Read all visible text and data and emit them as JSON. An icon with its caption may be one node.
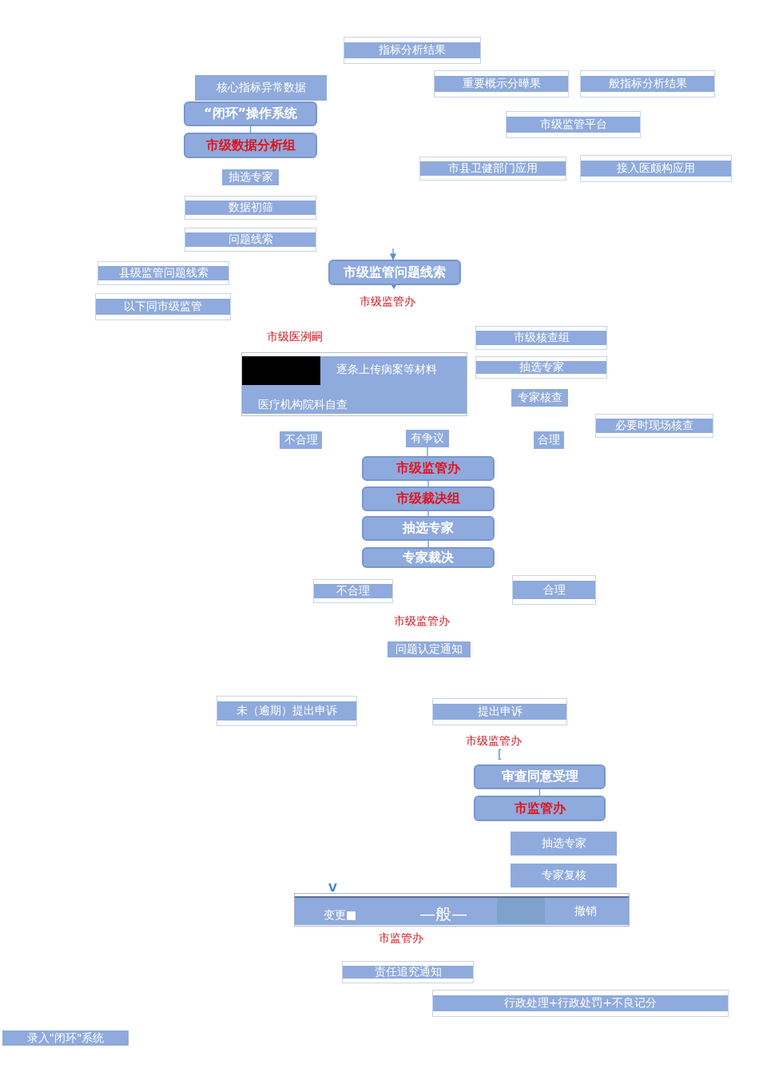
{
  "diagram": {
    "nodes": [
      {
        "text": [
          "指标分析结果"
        ]
      },
      {
        "text": [
          "核心指标异常数据"
        ]
      },
      {
        "text": [
          "重要概示分曄果"
        ]
      },
      {
        "text": [
          "般指标分析结果"
        ]
      },
      {
        "text": [
          "“闭环”操作系统"
        ]
      },
      {
        "text": [
          "市级监管平台"
        ]
      },
      {
        "text": [
          "市级数据分析组"
        ]
      },
      {
        "text": [
          "抽选专家"
        ]
      },
      {
        "text": [
          "市县卫健部门应用"
        ]
      },
      {
        "text": [
          "接入医颇构应用"
        ]
      },
      {
        "text": [
          "数据初筛"
        ]
      },
      {
        "text": [
          "问题线索"
        ]
      },
      {
        "text": [
          "县级监管问题线索"
        ]
      },
      {
        "text": [
          "市级监管问题线索"
        ]
      },
      {
        "text": [
          "以下同市级监管"
        ]
      },
      {
        "text": [
          "市级核查组"
        ]
      },
      {
        "text": [
          "逐条上传病案等材料",
          "医疗机构院科自查"
        ]
      },
      {
        "text": [
          "抽选专家"
        ]
      },
      {
        "text": [
          "专家核查"
        ]
      },
      {
        "text": [
          "必要时现场核查"
        ]
      },
      {
        "text": [
          "不合理"
        ]
      },
      {
        "text": [
          "有争议"
        ]
      },
      {
        "text": [
          "合理"
        ]
      },
      {
        "text": [
          "市级监管办"
        ]
      },
      {
        "text": [
          "市级裁决组"
        ]
      },
      {
        "text": [
          "抽选专家"
        ]
      },
      {
        "text": [
          "专家裁决"
        ]
      },
      {
        "text": [
          "不合理"
        ]
      },
      {
        "text": [
          "合理"
        ]
      },
      {
        "text": [
          "问题认定通知"
        ]
      },
      {
        "text": [
          "未（逾期）提出申诉"
        ]
      },
      {
        "text": [
          "提出申诉"
        ]
      },
      {
        "text": [
          "审查同意受理"
        ]
      },
      {
        "text": [
          "市监管办"
        ]
      },
      {
        "text": [
          "抽选专家"
        ]
      },
      {
        "text": [
          "专家复核"
        ]
      },
      {
        "text": [
          "变更■",
          "—般—",
          "撤销"
        ]
      },
      {
        "text": [
          "责任追究通知"
        ]
      },
      {
        "text": [
          "行政处理+行政处罚+不良记分"
        ]
      },
      {
        "text": [
          "录入\"闭环\"系统"
        ]
      }
    ],
    "edges": [
      {
        "from": 4,
        "to": 6,
        "arrow": "none"
      },
      {
        "from": null,
        "to": 13,
        "arrow": "to"
      },
      {
        "from": 21,
        "to": 23,
        "arrow": "none"
      },
      {
        "from": 23,
        "to": 24,
        "arrow": "none"
      },
      {
        "from": 24,
        "to": 25,
        "arrow": "none"
      },
      {
        "from": 25,
        "to": 26,
        "arrow": "none"
      },
      {
        "from": 32,
        "to": 33,
        "arrow": "none"
      }
    ],
    "labels": [
      "市级监管办",
      "市级医洌嗣",
      "市级监管办",
      "市级监管办",
      "[",
      "V",
      "市监管办"
    ]
  }
}
